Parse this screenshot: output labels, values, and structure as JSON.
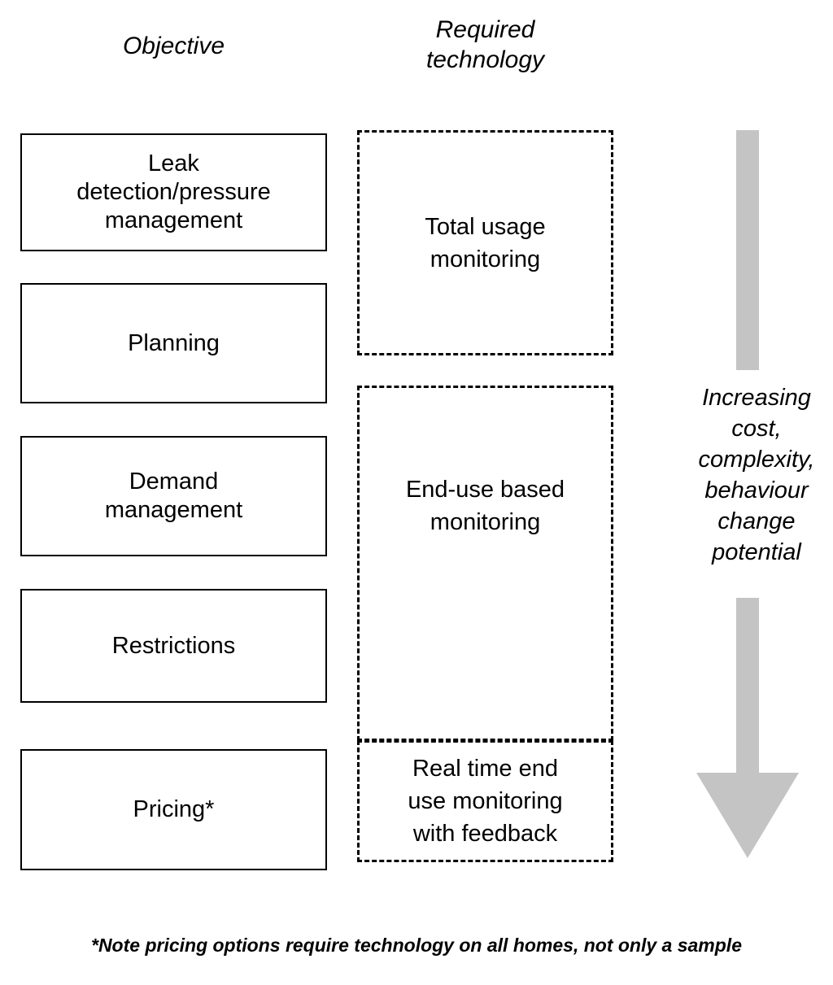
{
  "figure": {
    "type": "two-column-mapping-diagram",
    "background_color": "#ffffff",
    "text_color": "#000000",
    "arrow_color": "#c4c4c4"
  },
  "headers": {
    "objective": "Objective",
    "technology": "Required\ntechnology"
  },
  "objectives": [
    {
      "label": "Leak\ndetection/pressure\nmanagement"
    },
    {
      "label": "Planning"
    },
    {
      "label": "Demand\nmanagement"
    },
    {
      "label": "Restrictions"
    },
    {
      "label": "Pricing*"
    }
  ],
  "technologies": [
    {
      "label": "Total usage\nmonitoring"
    },
    {
      "label": "End-use based\nmonitoring"
    },
    {
      "label": "Real time end\nuse monitoring\nwith feedback"
    }
  ],
  "arrow": {
    "caption": "Increasing\ncost,\ncomplexity,\nbehaviour\nchange\npotential",
    "direction": "down",
    "color": "#c4c4c4"
  },
  "footnote": "*Note pricing options require technology on all homes, not only a sample"
}
